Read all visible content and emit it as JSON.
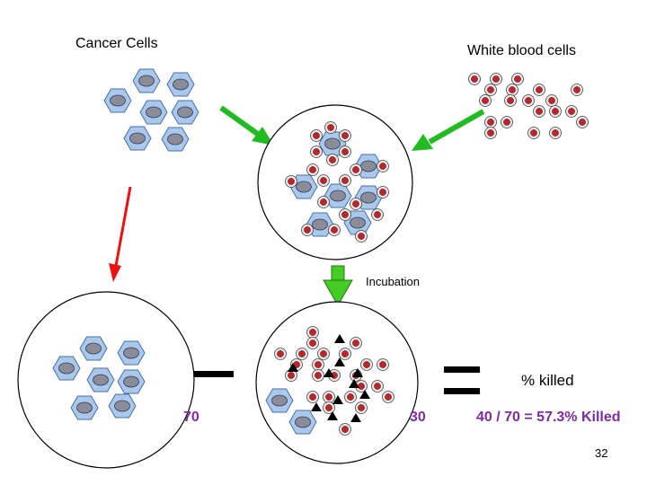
{
  "labels": {
    "cancer_cells": "Cancer Cells",
    "white_blood_cells": "White blood cells",
    "incubation": "Incubation",
    "percent_killed": "% killed",
    "control_count": "70",
    "survivor_count": "30",
    "formula": "40 / 70 = 57.3% Killed",
    "slide_number": "32"
  },
  "colors": {
    "cancer_fill": "#a9c8ec",
    "cancer_stroke": "#4a6fa5",
    "nucleus": "#8c8c99",
    "wbc_fill": "#c0242b",
    "wbc_ring": "#bdbdbd",
    "green_arrow": "#22bb22",
    "red_arrow": "#ee1111",
    "purple_text": "#7B2BA3"
  },
  "icons": {
    "cancer_cell": "hexagon-cell-icon",
    "white_blood_cell": "red-dot-cell-icon",
    "dead_cell": "black-triangle-icon"
  }
}
